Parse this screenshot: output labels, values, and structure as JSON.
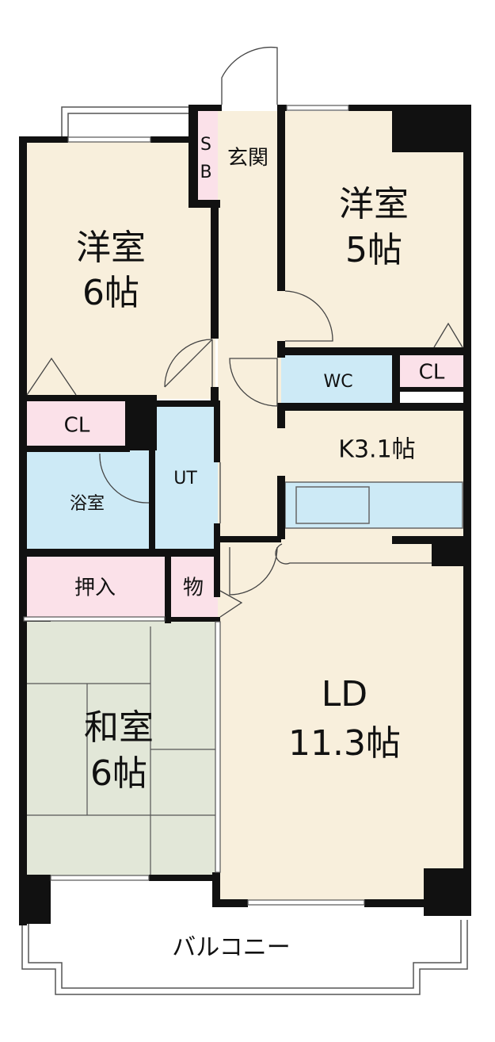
{
  "rooms": {
    "western_room_left": {
      "name": "洋室",
      "size": "6帖"
    },
    "western_room_right": {
      "name": "洋室",
      "size": "5帖"
    },
    "entrance": {
      "label": "玄関"
    },
    "shoe_box": {
      "top": "S",
      "bottom": "B"
    },
    "toilet": {
      "label": "WC"
    },
    "closet_right": {
      "label": "CL"
    },
    "closet_left": {
      "label": "CL"
    },
    "kitchen": {
      "label": "K3.1帖"
    },
    "bathroom": {
      "label": "浴室"
    },
    "utility": {
      "label": "UT"
    },
    "closet_oshiire": {
      "label": "押入"
    },
    "storage": {
      "label": "物"
    },
    "japanese_room": {
      "name": "和室",
      "size": "6帖"
    },
    "living_dining": {
      "name": "LD",
      "size": "11.3帖"
    },
    "balcony": {
      "label": "バルコニー"
    }
  },
  "colors": {
    "wood_floor": "#f8efdc",
    "wet_area": "#cdeaf6",
    "closet": "#fbe1e9",
    "tatami": "#e2e7d8",
    "wall": "#111111",
    "balcony": "#ffffff"
  }
}
